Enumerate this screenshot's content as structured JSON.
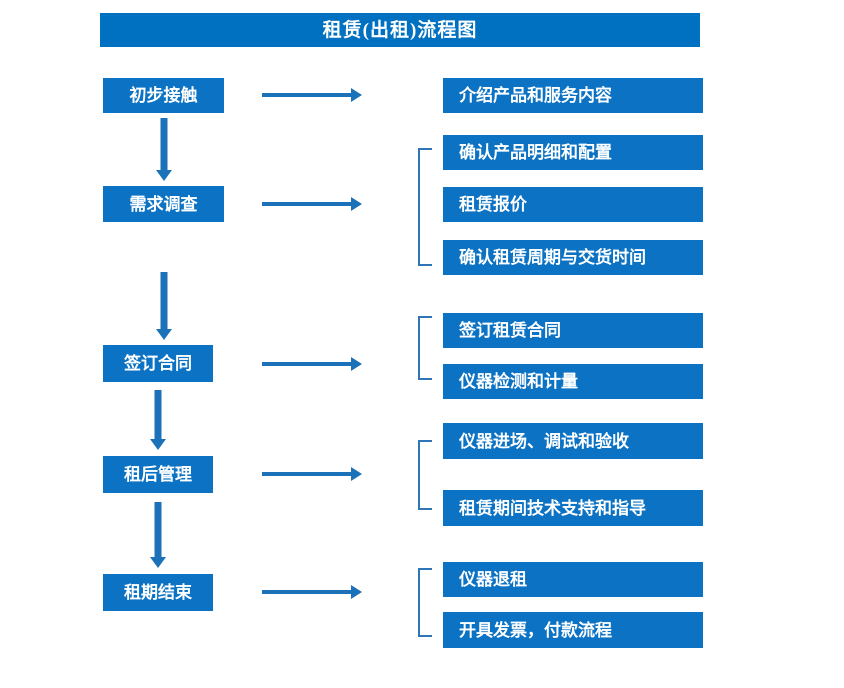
{
  "title": "租赁(出租)流程图",
  "colors": {
    "banner": "#0070C0",
    "box": "#0B72C4",
    "arrow": "#1B72B8",
    "bracket": "#2E75B6",
    "text": "#FFFFFF",
    "background": "#FFFFFF"
  },
  "stages": [
    {
      "label": "初步接触"
    },
    {
      "label": "需求调查"
    },
    {
      "label": "签订合同"
    },
    {
      "label": "租后管理"
    },
    {
      "label": "租期结束"
    }
  ],
  "groups": [
    {
      "stage": "初步接触",
      "bracket": false,
      "items": [
        {
          "label": "介绍产品和服务内容"
        }
      ]
    },
    {
      "stage": "需求调查",
      "bracket": true,
      "items": [
        {
          "label": "确认产品明细和配置"
        },
        {
          "label": "租赁报价"
        },
        {
          "label": "确认租赁周期与交货时间"
        }
      ]
    },
    {
      "stage": "签订合同",
      "bracket": true,
      "items": [
        {
          "label": "签订租赁合同"
        },
        {
          "label": "仪器检测和计量"
        }
      ]
    },
    {
      "stage": "租后管理",
      "bracket": true,
      "items": [
        {
          "label": "仪器进场、调试和验收"
        },
        {
          "label": "租赁期间技术支持和指导"
        }
      ]
    },
    {
      "stage": "租期结束",
      "bracket": true,
      "items": [
        {
          "label": "仪器退租"
        },
        {
          "label": "开具发票，付款流程"
        }
      ]
    }
  ]
}
